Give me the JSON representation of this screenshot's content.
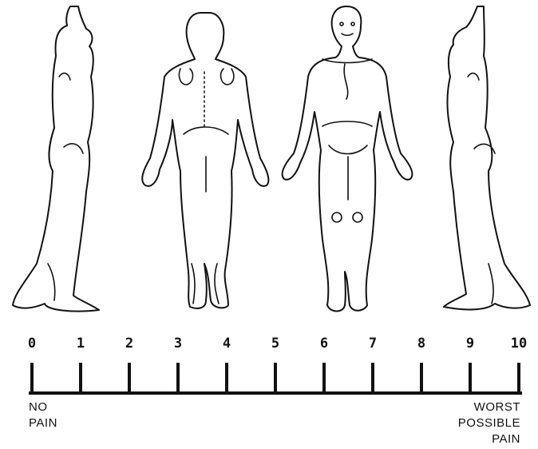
{
  "figures": {
    "views": [
      {
        "view": "left-side"
      },
      {
        "view": "back"
      },
      {
        "view": "front"
      },
      {
        "view": "right-side"
      }
    ]
  },
  "scale": {
    "ticks": [
      "0",
      "1",
      "2",
      "3",
      "4",
      "5",
      "6",
      "7",
      "8",
      "9",
      "10"
    ],
    "left_label": [
      "NO",
      "PAIN"
    ],
    "right_label": [
      "WORST",
      "POSSIBLE",
      "PAIN"
    ]
  }
}
